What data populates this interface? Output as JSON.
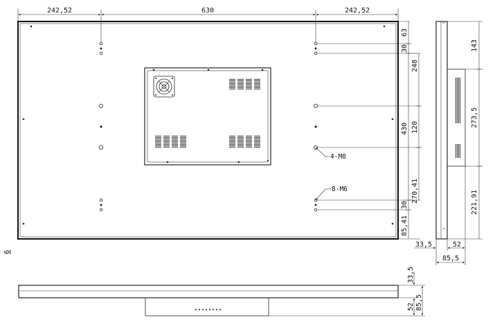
{
  "front_view": {
    "top_dims": [
      "242,52",
      "630",
      "242,52"
    ],
    "right_dims": [
      "63",
      "30",
      "248",
      "120",
      "430",
      "270,41",
      "30",
      "85,41"
    ],
    "callouts": [
      "4-M8",
      "8-M6"
    ]
  },
  "side_view": {
    "right_dims": [
      "143",
      "273,5",
      "221,91"
    ],
    "bottom_dims": [
      "33,5",
      "52",
      "85,5"
    ]
  },
  "bottom_view": {
    "right_dims": [
      "33,5",
      "52",
      "85,5"
    ]
  },
  "edge_mark": "6"
}
